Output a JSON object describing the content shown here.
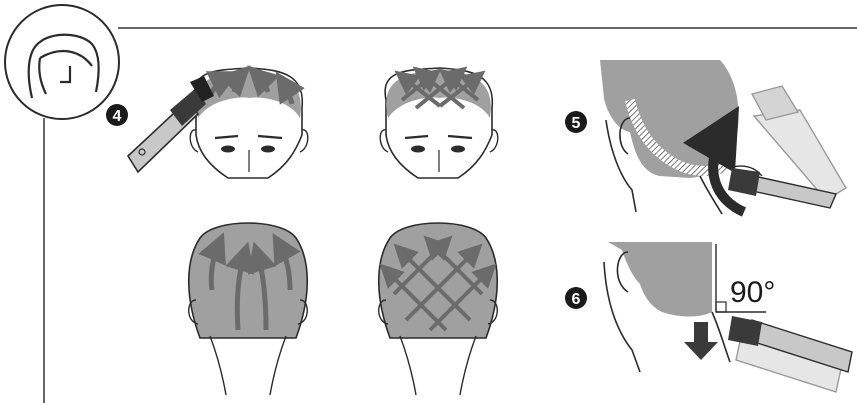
{
  "steps": {
    "step4": "4",
    "step5": "5",
    "step6": "6"
  },
  "angle_label": "90°",
  "colors": {
    "hair": "#a0a0a0",
    "arrow": "#6b6b6b",
    "skin_outline": "#2b2b2b",
    "clipper_light": "#c8c8c8",
    "clipper_dark": "#3a3a3a",
    "badge": "#1a1a1a"
  },
  "icons": [
    "head-profile-icon",
    "clipper-icon",
    "down-arrow-icon",
    "curved-arrow-icon"
  ]
}
